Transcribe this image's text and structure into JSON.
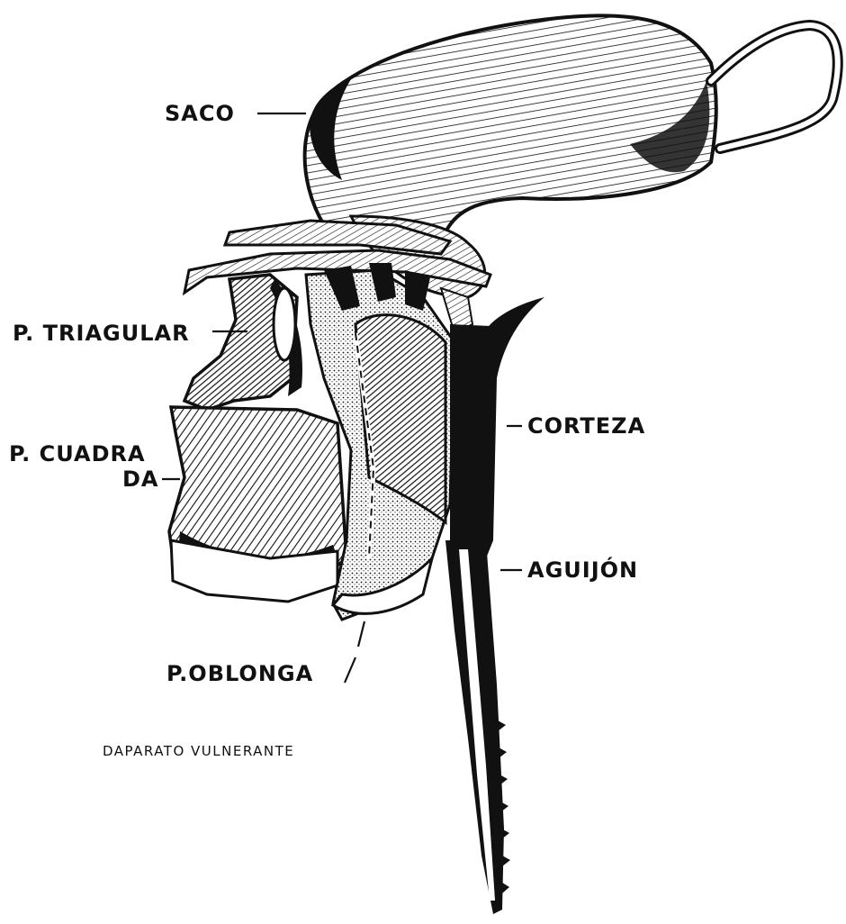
{
  "labels": {
    "saco": "SACO",
    "triangular": "P. TRIAGULAR",
    "cuadrada_1": "P. CUADRA",
    "cuadrada_2": "DA",
    "corteza": "CORTEZA",
    "aguijon": "AGUIJÓN",
    "oblonga": "P.OBLONGA"
  },
  "caption": "DAPARATO VULNERANTE",
  "colors": {
    "ink": "#111111",
    "paper": "#ffffff",
    "shade": "#777777"
  }
}
